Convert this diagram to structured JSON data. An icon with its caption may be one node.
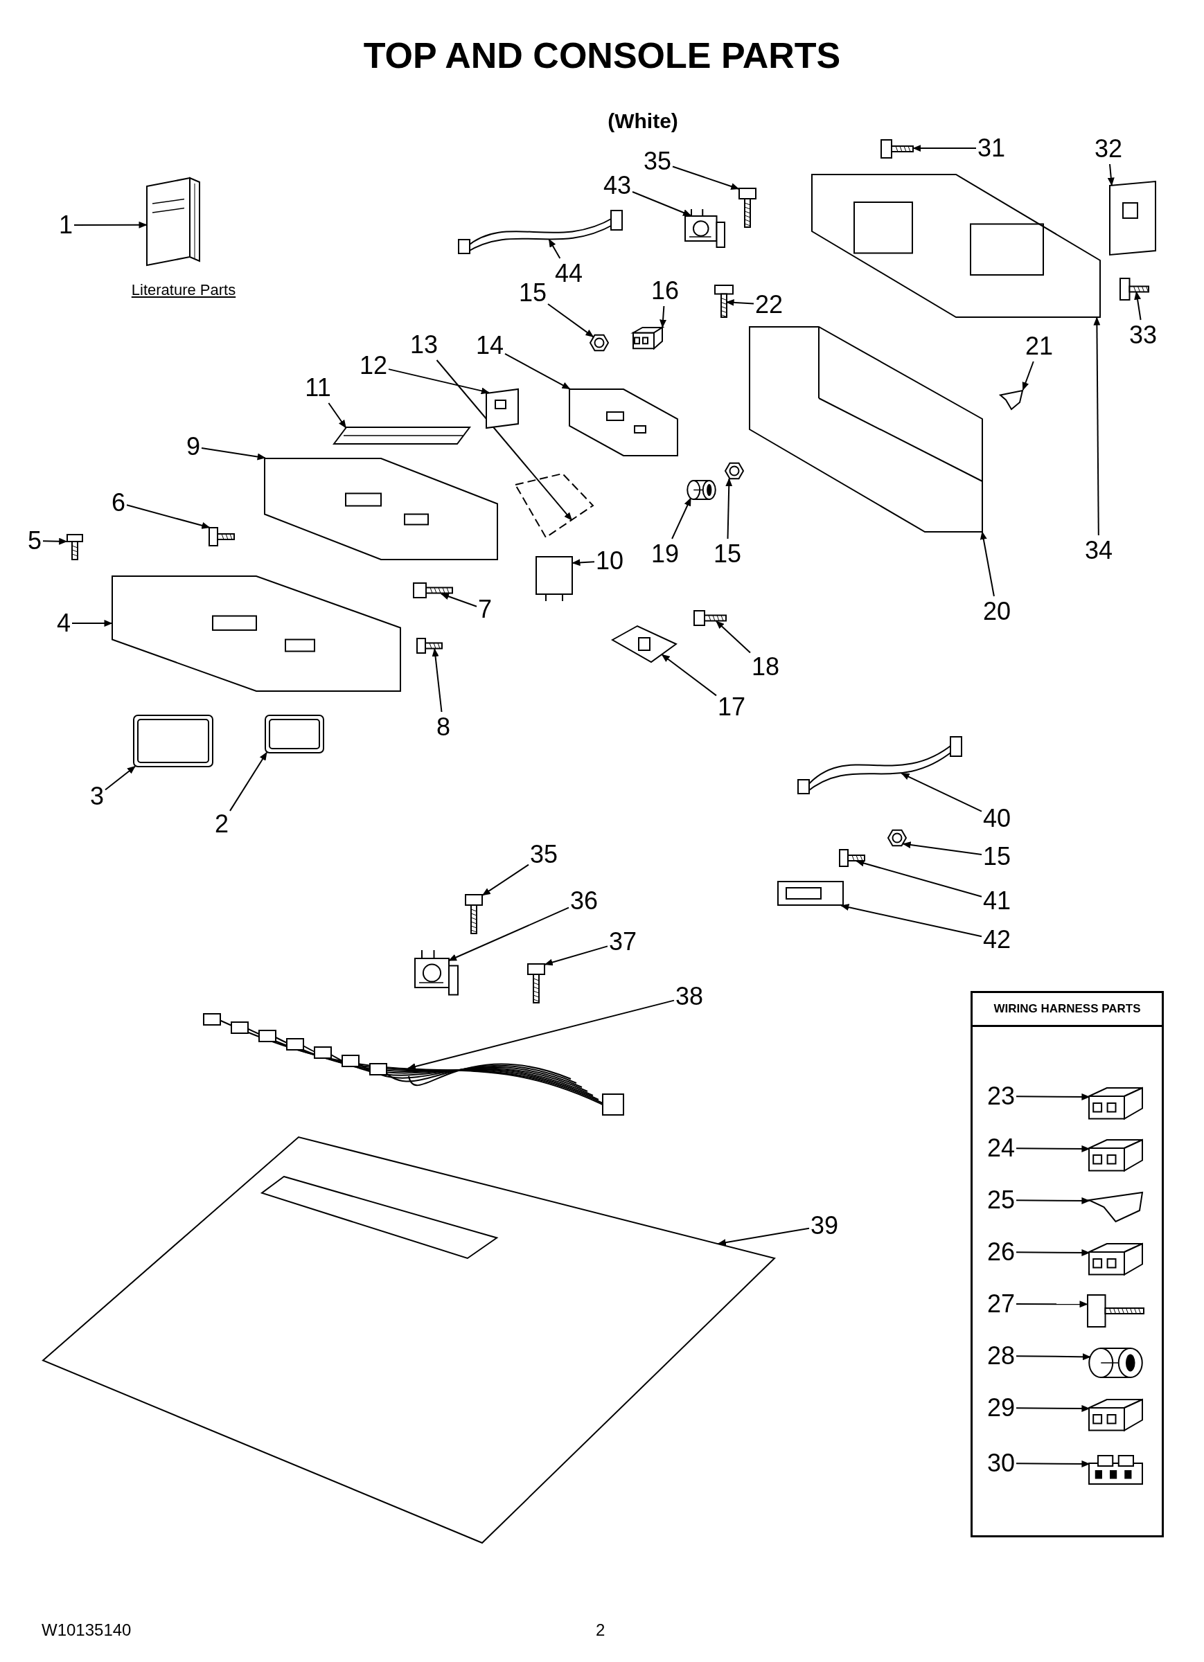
{
  "diagram": {
    "title": "TOP AND CONSOLE PARTS",
    "nodes": [
      {
        "text": [
          "1"
        ]
      },
      {
        "text": [],
        "shape": "picture"
      },
      {
        "text": [
          "35"
        ]
      },
      {
        "text": [],
        "shape": "picture"
      },
      {
        "text": [
          "43"
        ]
      },
      {
        "text": [],
        "shape": "picture"
      },
      {
        "text": [
          "31"
        ]
      },
      {
        "text": [],
        "shape": "picture"
      },
      {
        "text": [
          "32"
        ]
      },
      {
        "text": [],
        "shape": "picture"
      },
      {
        "text": [
          "44"
        ]
      },
      {
        "text": [],
        "shape": "picture"
      },
      {
        "text": [
          "15"
        ]
      },
      {
        "text": [],
        "shape": "picture"
      },
      {
        "text": [
          "33"
        ]
      },
      {
        "text": [],
        "shape": "picture"
      },
      {
        "text": [
          "14"
        ]
      },
      {
        "text": [],
        "shape": "picture"
      },
      {
        "text": [
          "13"
        ]
      },
      {
        "text": [],
        "shape": "picture"
      },
      {
        "text": [
          "12"
        ]
      },
      {
        "text": [],
        "shape": "picture"
      },
      {
        "text": [
          "11"
        ]
      },
      {
        "text": [],
        "shape": "picture"
      },
      {
        "text": [
          "16"
        ]
      },
      {
        "text": [],
        "shape": "picture"
      },
      {
        "text": [
          "22"
        ]
      },
      {
        "text": [],
        "shape": "picture"
      },
      {
        "text": [
          "21"
        ]
      },
      {
        "text": [],
        "shape": "picture"
      },
      {
        "text": [
          "9"
        ]
      },
      {
        "text": [],
        "shape": "picture"
      },
      {
        "text": [
          "10"
        ]
      },
      {
        "text": [],
        "shape": "picture"
      },
      {
        "text": [
          "6"
        ]
      },
      {
        "text": [],
        "shape": "picture"
      },
      {
        "text": [
          "5"
        ]
      },
      {
        "text": [],
        "shape": "picture"
      },
      {
        "text": [
          "34"
        ]
      },
      {
        "text": [],
        "shape": "picture"
      },
      {
        "text": [
          "7"
        ]
      },
      {
        "text": [],
        "shape": "picture"
      },
      {
        "text": [
          "15"
        ]
      },
      {
        "text": [],
        "shape": "picture"
      },
      {
        "text": [
          "19"
        ]
      },
      {
        "text": [],
        "shape": "picture"
      },
      {
        "text": [
          "20"
        ]
      },
      {
        "text": [],
        "shape": "picture"
      },
      {
        "text": [
          "4"
        ]
      },
      {
        "text": [],
        "shape": "picture"
      },
      {
        "text": [
          "8"
        ]
      },
      {
        "text": [],
        "shape": "picture"
      },
      {
        "text": [
          "18"
        ]
      },
      {
        "text": [],
        "shape": "picture"
      },
      {
        "text": [
          "17"
        ]
      },
      {
        "text": [],
        "shape": "picture"
      },
      {
        "text": [
          "3"
        ]
      },
      {
        "text": [],
        "shape": "picture"
      },
      {
        "text": [
          "2"
        ]
      },
      {
        "text": [],
        "shape": "picture"
      },
      {
        "text": [
          "40"
        ]
      },
      {
        "text": [],
        "shape": "picture"
      },
      {
        "text": [
          "15"
        ]
      },
      {
        "text": [],
        "shape": "picture"
      },
      {
        "text": [
          "41"
        ]
      },
      {
        "text": [],
        "shape": "picture"
      },
      {
        "text": [
          "42"
        ]
      },
      {
        "text": [],
        "shape": "picture"
      },
      {
        "text": [
          "35"
        ]
      },
      {
        "text": [],
        "shape": "picture"
      },
      {
        "text": [
          "36"
        ]
      },
      {
        "text": [],
        "shape": "picture"
      },
      {
        "text": [
          "37"
        ]
      },
      {
        "text": [],
        "shape": "picture"
      },
      {
        "text": [
          "38"
        ]
      },
      {
        "text": [],
        "shape": "picture"
      },
      {
        "text": [
          "39"
        ]
      },
      {
        "text": [],
        "shape": "picture"
      },
      {
        "text": [
          "WIRING HARNESS PARTS"
        ]
      },
      {
        "text": [
          "23"
        ],
        "in": 78
      },
      {
        "text": [],
        "shape": "picture",
        "in": 78
      },
      {
        "text": [
          "24"
        ],
        "in": 78
      },
      {
        "text": [],
        "shape": "picture",
        "in": 78
      },
      {
        "text": [
          "25"
        ],
        "in": 78
      },
      {
        "text": [],
        "shape": "picture",
        "in": 78
      },
      {
        "text": [
          "26"
        ],
        "in": 78
      },
      {
        "text": [],
        "shape": "picture",
        "in": 78
      },
      {
        "text": [
          "27"
        ],
        "in": 78
      },
      {
        "text": [],
        "shape": "picture",
        "in": 78
      },
      {
        "text": [
          "28"
        ],
        "in": 78
      },
      {
        "text": [],
        "shape": "picture",
        "in": 78
      },
      {
        "text": [
          "29"
        ],
        "in": 78
      },
      {
        "text": [],
        "shape": "picture",
        "in": 78
      },
      {
        "text": [
          "30"
        ],
        "in": 78
      },
      {
        "text": [],
        "shape": "picture",
        "in": 78
      }
    ],
    "edges": [
      {
        "from": 0,
        "to": 1,
        "arrow": "to"
      },
      {
        "from": 2,
        "to": 3,
        "arrow": "to"
      },
      {
        "from": 4,
        "to": 5,
        "arrow": "to"
      },
      {
        "from": 6,
        "to": 7,
        "arrow": "to"
      },
      {
        "from": 8,
        "to": 9,
        "arrow": "to"
      },
      {
        "from": 10,
        "to": 11,
        "arrow": "to"
      },
      {
        "from": 12,
        "to": 13,
        "arrow": "to"
      },
      {
        "from": 14,
        "to": 15,
        "arrow": "to"
      },
      {
        "from": 16,
        "to": 17,
        "arrow": "to"
      },
      {
        "from": 18,
        "to": 19,
        "arrow": "to"
      },
      {
        "from": 20,
        "to": 21,
        "arrow": "to"
      },
      {
        "from": 22,
        "to": 23,
        "arrow": "to"
      },
      {
        "from": 24,
        "to": 25,
        "arrow": "to"
      },
      {
        "from": 26,
        "to": 27,
        "arrow": "to"
      },
      {
        "from": 28,
        "to": 29,
        "arrow": "to"
      },
      {
        "from": 30,
        "to": 31,
        "arrow": "to"
      },
      {
        "from": 32,
        "to": 33,
        "arrow": "to"
      },
      {
        "from": 34,
        "to": 35,
        "arrow": "to"
      },
      {
        "from": 36,
        "to": 37,
        "arrow": "to"
      },
      {
        "from": 38,
        "to": 39,
        "arrow": "to"
      },
      {
        "from": 40,
        "to": 41,
        "arrow": "to"
      },
      {
        "from": 42,
        "to": 43,
        "arrow": "to"
      },
      {
        "from": 44,
        "to": 45,
        "arrow": "to"
      },
      {
        "from": 46,
        "to": 47,
        "arrow": "to"
      },
      {
        "from": 48,
        "to": 49,
        "arrow": "to"
      },
      {
        "from": 50,
        "to": 51,
        "arrow": "to"
      },
      {
        "from": 52,
        "to": 53,
        "arrow": "to"
      },
      {
        "from": 54,
        "to": 55,
        "arrow": "to"
      },
      {
        "from": 56,
        "to": 57,
        "arrow": "to"
      },
      {
        "from": 58,
        "to": 59,
        "arrow": "to"
      },
      {
        "from": 60,
        "to": 61,
        "arrow": "to"
      },
      {
        "from": 62,
        "to": 63,
        "arrow": "to"
      },
      {
        "from": 64,
        "to": 65,
        "arrow": "to"
      },
      {
        "from": 66,
        "to": 67,
        "arrow": "to"
      },
      {
        "from": 68,
        "to": 69,
        "arrow": "to"
      },
      {
        "from": 70,
        "to": 71,
        "arrow": "to"
      },
      {
        "from": 72,
        "to": 73,
        "arrow": "to"
      },
      {
        "from": 74,
        "to": 75,
        "arrow": "to"
      },
      {
        "from": 76,
        "to": 77,
        "arrow": "to"
      },
      {
        "from": 79,
        "to": 80,
        "arrow": "to"
      },
      {
        "from": 81,
        "to": 82,
        "arrow": "to"
      },
      {
        "from": 83,
        "to": 84,
        "arrow": "to"
      },
      {
        "from": 85,
        "to": 86,
        "arrow": "to"
      },
      {
        "from": 87,
        "to": 88,
        "arrow": "to"
      },
      {
        "from": 89,
        "to": 90,
        "arrow": "to"
      },
      {
        "from": 91,
        "to": 92,
        "arrow": "to"
      },
      {
        "from": 93,
        "to": 94,
        "arrow": "to"
      }
    ],
    "labels": [
      "(White)",
      "Literature Parts",
      "W10135140",
      "2"
    ]
  }
}
